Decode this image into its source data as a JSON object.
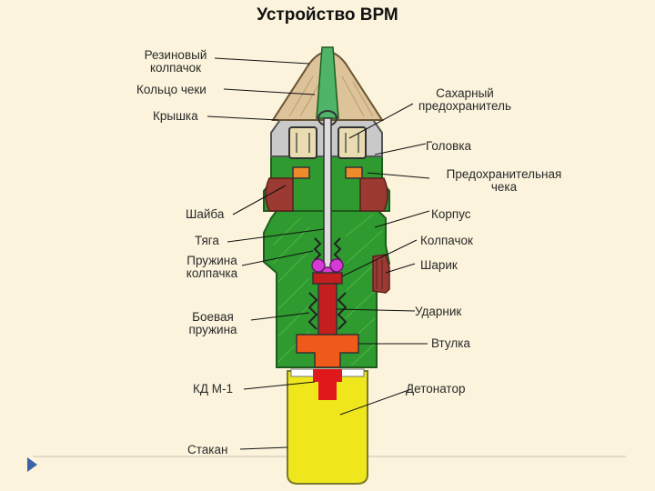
{
  "title": "Устройство ВРМ",
  "labels": {
    "rubber_cap": [
      "Резиновый",
      "колпачок"
    ],
    "pin_ring": "Кольцо чеки",
    "lid": "Крышка",
    "sugar_fuse": [
      "Сахарный",
      "предохранитель"
    ],
    "head": "Головка",
    "safety_pin": [
      "Предохранительная",
      "чека"
    ],
    "washer": "Шайба",
    "body": "Корпус",
    "rod": "Тяга",
    "cap": "Колпачок",
    "cap_spring": [
      "Пружина",
      "колпачка"
    ],
    "ball": "Шарик",
    "main_spring": [
      "Боевая",
      "пружина"
    ],
    "striker": "Ударник",
    "sleeve": "Втулка",
    "kd": "КД М-1",
    "detonator": "Детонатор",
    "cup": "Стакан"
  },
  "colors": {
    "background": "#fbf3dc",
    "body_green": "#2f9a2f",
    "detonator_yellow": "#efe61c",
    "striker_orange": "#ef5a1a",
    "cap_tan": "#dcc39a",
    "washer_red": "#9a3a32",
    "navigation": "#3a64a8"
  },
  "icons": {
    "next_slide": "triangle-right-icon"
  }
}
